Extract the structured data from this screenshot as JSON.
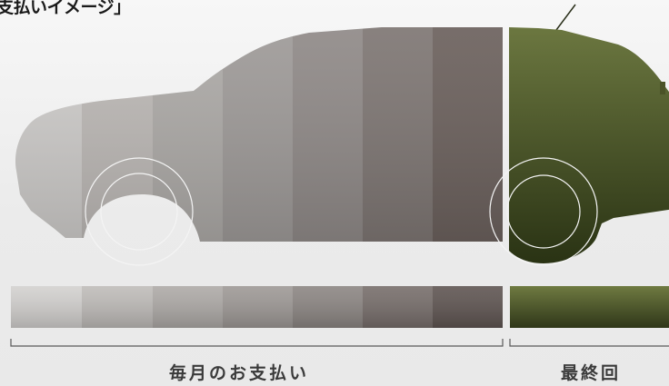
{
  "title": "支払いイメージ」",
  "labels": {
    "monthly": "毎月のお支払い",
    "final": "最終回"
  },
  "colors": {
    "background": "#efefef",
    "final_top": "#6f7a41",
    "final_bottom": "#2a3116",
    "segments": [
      "#c8c6c4",
      "#b9b5b2",
      "#aba7a4",
      "#9c9795",
      "#8c8583",
      "#7b726f",
      "#675c58"
    ],
    "bar_segments": [
      "#d3d1cf",
      "#bfbcb9",
      "#aeaaa7",
      "#9e9996",
      "#8c8683",
      "#776e6b",
      "#5f5552"
    ],
    "bracket": "#5a5a5a"
  },
  "payments": {
    "monthly_count": 7,
    "final_count": 1
  }
}
